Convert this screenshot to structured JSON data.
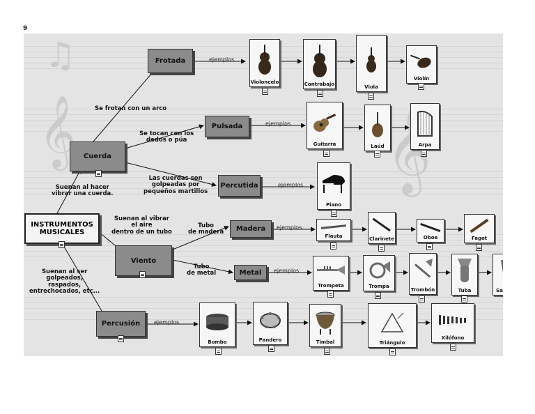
{
  "page_number": "9",
  "root": {
    "line1": "INSTRUMENTOS",
    "line2": "MUSICALES"
  },
  "categories": {
    "cuerda": "Cuerda",
    "viento": "Viento",
    "percusion": "Percusión",
    "frotada": "Frotada",
    "pulsada": "Pulsada",
    "percutida": "Percutida",
    "madera": "Madera",
    "metal": "Metal"
  },
  "links": {
    "cuerda": [
      "Suenan al hacer",
      "vibrar una cuerda."
    ],
    "viento": [
      "Suenan al vibrar",
      "el aire",
      "dentro de un tubo"
    ],
    "percusion": [
      "Suenan al ser",
      "golpeados,",
      "raspados,",
      "entrechocados, etc..."
    ],
    "frotada": [
      "Se frotan con un arco"
    ],
    "pulsada": [
      "Se tocan con los",
      "dedos  o púa"
    ],
    "percutida": [
      "Las cuerdas son",
      "golpeadas por",
      "pequeños martillos"
    ],
    "madera": [
      "Tubo",
      "de madera"
    ],
    "metal": [
      "Tubo",
      "de metal"
    ],
    "examples": "ejemplos"
  },
  "instruments": {
    "violonchelo": "Violoncelo",
    "contrabajo": "Contrabajo",
    "viola": "Viola",
    "violin": "Violín",
    "guitarra": "Guitarra",
    "laud": "Laúd",
    "arpa": "Arpa",
    "piano": "Piano",
    "flauta": "Flauta",
    "clarinete": "Clarinete",
    "oboe": "Oboe",
    "fagot": "Fagot",
    "trompeta": "Trompeta",
    "trompa": "Trompa",
    "trombon": "Trombón",
    "tuba": "Tuba",
    "saxofon": "Saxofón",
    "bombo": "Bombo",
    "pandero": "Pandero",
    "timbal": "Timbal",
    "triangulo": "Triángulo",
    "xilofono": "Xilófono"
  }
}
